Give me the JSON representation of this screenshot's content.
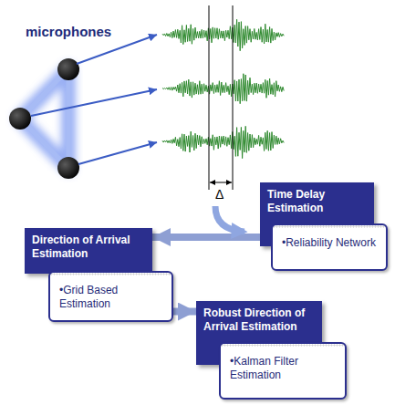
{
  "diagram": {
    "nodes": [
      {
        "text": [
          "Time Delay Estimation"
        ]
      },
      {
        "text": [
          "•Reliability Network"
        ]
      },
      {
        "text": [
          "Direction of Arrival Estimation"
        ]
      },
      {
        "text": [
          "•Grid Based Estimation"
        ]
      },
      {
        "text": [
          "Robust Direction of Arrival Estimation"
        ]
      },
      {
        "text": [
          "•Kalman Filter Estimation"
        ]
      }
    ],
    "edges": [
      {
        "from": 0,
        "to": 2,
        "arrow": "to"
      },
      {
        "from": 3,
        "to": 4,
        "arrow": "to"
      }
    ],
    "labels": [
      "microphones",
      "Δ"
    ]
  }
}
